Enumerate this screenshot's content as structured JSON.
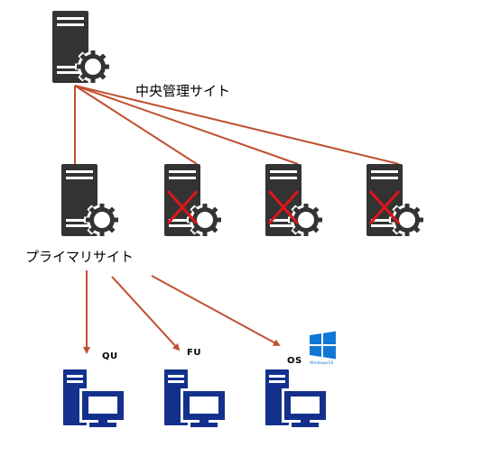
{
  "central_site": {
    "label": "中央管理サイト"
  },
  "primary_site": {
    "label": "プライマリサイト"
  },
  "secondary_sites": [
    {
      "status": "disabled"
    },
    {
      "status": "disabled"
    },
    {
      "status": "disabled"
    }
  ],
  "clients": [
    {
      "label": "QU"
    },
    {
      "label": "FU"
    },
    {
      "label": "OS",
      "badge_text": "Windows10"
    }
  ],
  "colors": {
    "server_body": "#333333",
    "connector": "#c0502f",
    "disabled_cross": "#e0141a",
    "client": "#13318c",
    "windows_logo": "#1177d6"
  }
}
